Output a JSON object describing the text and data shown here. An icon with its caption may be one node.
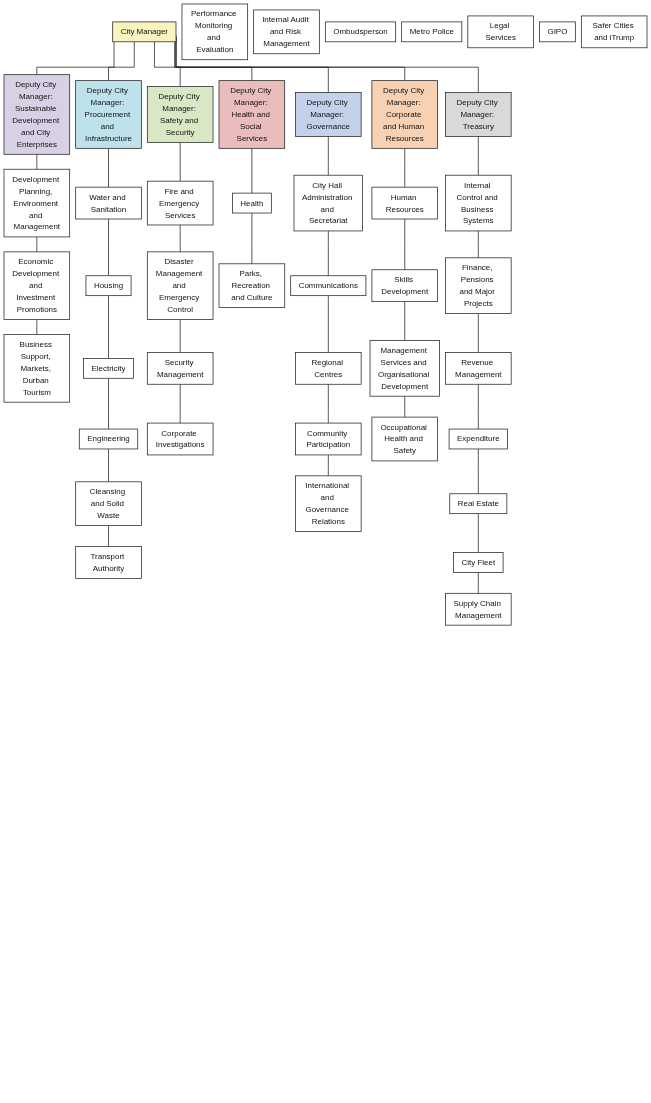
{
  "diagram": {
    "nodes": [
      {
        "text": [
          "City Manager"
        ]
      },
      {
        "text": [
          "Performance Monitoring and Evaluation"
        ]
      },
      {
        "text": [
          "Internal Audit and Risk Management"
        ]
      },
      {
        "text": [
          "Ombudsperson"
        ]
      },
      {
        "text": [
          "Metro Police"
        ]
      },
      {
        "text": [
          "Legal Services"
        ]
      },
      {
        "text": [
          "GIPO"
        ]
      },
      {
        "text": [
          "Deputy City Manager: Sustainable Development and City Enterprises"
        ]
      },
      {
        "text": [
          "Deputy City Manager: Procurement and Infrastructure"
        ]
      },
      {
        "text": [
          "Deputy City Manager: Safety and Security"
        ]
      },
      {
        "text": [
          "Deputy City Manager: Health and Social Services"
        ]
      },
      {
        "text": [
          "Deputy City Manager: Governance"
        ]
      },
      {
        "text": [
          "Deputy City Manager: Corporate and Human Resources"
        ]
      },
      {
        "text": [
          "Deputy City Manager: Treasury"
        ]
      },
      {
        "text": [
          "Development Planning, Environment and Management"
        ]
      },
      {
        "text": [
          "Economic Development and Investment Promotions"
        ]
      },
      {
        "text": [
          "Business Support, Markets, Durban Tourism"
        ]
      },
      {
        "text": [
          "Water and Sanitation"
        ]
      },
      {
        "text": [
          "Housing"
        ]
      },
      {
        "text": [
          "Electricity"
        ]
      },
      {
        "text": [
          "Engineering"
        ]
      },
      {
        "text": [
          "Cleansing and Solid Waste"
        ]
      },
      {
        "text": [
          "Transport Authority"
        ]
      },
      {
        "text": [
          "Fire and Emergency Services"
        ]
      },
      {
        "text": [
          "Disaster Management and Emergency Control"
        ]
      },
      {
        "text": [
          "Security Management"
        ]
      },
      {
        "text": [
          "Corporate Investigations"
        ]
      },
      {
        "text": [
          "Safer Cities and iTrump"
        ]
      },
      {
        "text": [
          "Health"
        ]
      },
      {
        "text": [
          "Parks, Recreation and Culture"
        ]
      },
      {
        "text": [
          "City Hall Administration and Secretariat"
        ]
      },
      {
        "text": [
          "Communications"
        ]
      },
      {
        "text": [
          "Regional Centres"
        ]
      },
      {
        "text": [
          "Community Participation"
        ]
      },
      {
        "text": [
          "International and Governance Relations"
        ]
      },
      {
        "text": [
          "Human Resources"
        ]
      },
      {
        "text": [
          "Skills Development"
        ]
      },
      {
        "text": [
          "Management Services and Organisational Development"
        ]
      },
      {
        "text": [
          "Occupational Health and Safety"
        ]
      },
      {
        "text": [
          "Internal Control and Business Systems"
        ]
      },
      {
        "text": [
          "Finance, Pensions and Major Projects"
        ]
      },
      {
        "text": [
          "Revenue Management"
        ]
      },
      {
        "text": [
          "Expenditure"
        ]
      },
      {
        "text": [
          "Real Estate"
        ]
      },
      {
        "text": [
          "City Fleet"
        ]
      },
      {
        "text": [
          "Supply Chain Management"
        ]
      }
    ],
    "edges": [
      {
        "from": 0,
        "to": 7,
        "arrow": "none"
      },
      {
        "from": 0,
        "to": 8,
        "arrow": "none"
      },
      {
        "from": 0,
        "to": 9,
        "arrow": "none"
      },
      {
        "from": 0,
        "to": 10,
        "arrow": "none"
      },
      {
        "from": 0,
        "to": 11,
        "arrow": "none"
      },
      {
        "from": 0,
        "to": 12,
        "arrow": "none"
      },
      {
        "from": 0,
        "to": 13,
        "arrow": "none"
      },
      {
        "from": 7,
        "to": 14,
        "arrow": "none"
      },
      {
        "from": 14,
        "to": 15,
        "arrow": "none"
      },
      {
        "from": 15,
        "to": 16,
        "arrow": "none"
      },
      {
        "from": 8,
        "to": 17,
        "arrow": "none"
      },
      {
        "from": 17,
        "to": 18,
        "arrow": "none"
      },
      {
        "from": 18,
        "to": 19,
        "arrow": "none"
      },
      {
        "from": 19,
        "to": 20,
        "arrow": "none"
      },
      {
        "from": 20,
        "to": 21,
        "arrow": "none"
      },
      {
        "from": 21,
        "to": 22,
        "arrow": "none"
      },
      {
        "from": 9,
        "to": 23,
        "arrow": "none"
      },
      {
        "from": 23,
        "to": 24,
        "arrow": "none"
      },
      {
        "from": 24,
        "to": 25,
        "arrow": "none"
      },
      {
        "from": 25,
        "to": 26,
        "arrow": "none"
      },
      {
        "from": 10,
        "to": 28,
        "arrow": "none"
      },
      {
        "from": 28,
        "to": 29,
        "arrow": "none"
      },
      {
        "from": 11,
        "to": 30,
        "arrow": "none"
      },
      {
        "from": 30,
        "to": 31,
        "arrow": "none"
      },
      {
        "from": 31,
        "to": 32,
        "arrow": "none"
      },
      {
        "from": 32,
        "to": 33,
        "arrow": "none"
      },
      {
        "from": 33,
        "to": 34,
        "arrow": "none"
      },
      {
        "from": 12,
        "to": 35,
        "arrow": "none"
      },
      {
        "from": 35,
        "to": 36,
        "arrow": "none"
      },
      {
        "from": 36,
        "to": 37,
        "arrow": "none"
      },
      {
        "from": 37,
        "to": 38,
        "arrow": "none"
      },
      {
        "from": 13,
        "to": 39,
        "arrow": "none"
      },
      {
        "from": 39,
        "to": 40,
        "arrow": "none"
      },
      {
        "from": 40,
        "to": 41,
        "arrow": "none"
      },
      {
        "from": 41,
        "to": 42,
        "arrow": "none"
      },
      {
        "from": 42,
        "to": 43,
        "arrow": "none"
      },
      {
        "from": 43,
        "to": 44,
        "arrow": "none"
      },
      {
        "from": 44,
        "to": 45,
        "arrow": "none"
      }
    ]
  }
}
